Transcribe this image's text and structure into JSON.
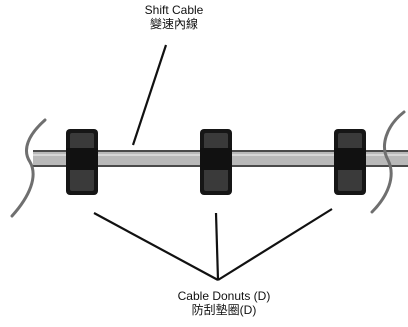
{
  "labels": {
    "shift_cable_en": "Shift Cable",
    "shift_cable_zh": "變速內線",
    "donuts_en": "Cable Donuts (D)",
    "donuts_zh": "防刮墊圈(D)"
  },
  "colors": {
    "cable_fill": "#b3b3b3",
    "cable_outline": "#4a4a4a",
    "donut_dark": "#161616",
    "donut_light": "#3c3c3c",
    "leader_line": "#111111"
  }
}
